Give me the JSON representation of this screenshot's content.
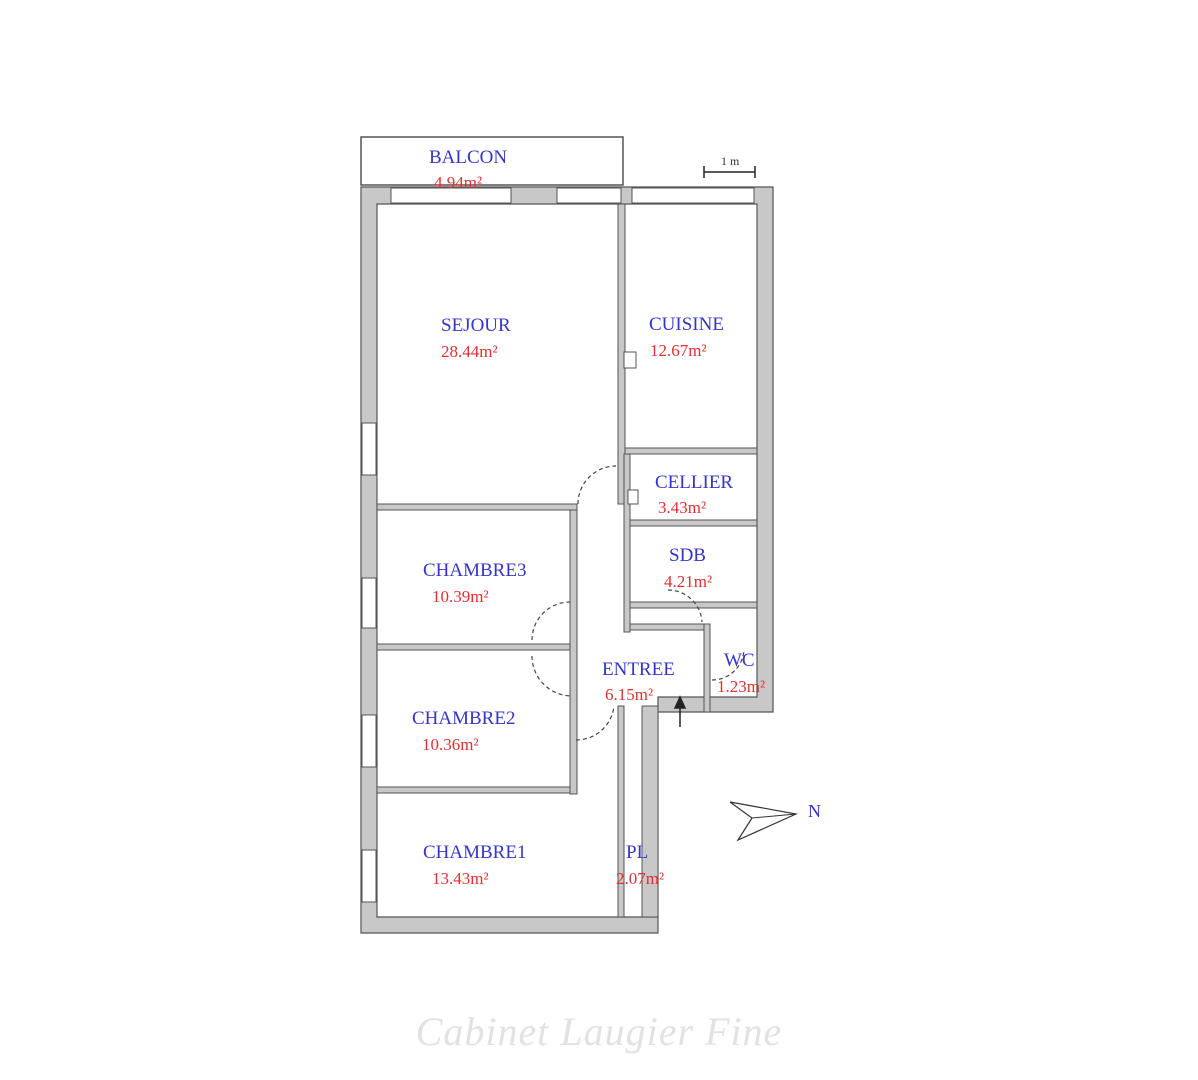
{
  "scale": {
    "label": "1 m"
  },
  "north": {
    "label": "N"
  },
  "rooms": {
    "balcon": {
      "name": "BALCON",
      "area": "4.94m²"
    },
    "sejour": {
      "name": "SEJOUR",
      "area": "28.44m²"
    },
    "cuisine": {
      "name": "CUISINE",
      "area": "12.67m²"
    },
    "cellier": {
      "name": "CELLIER",
      "area": "3.43m²"
    },
    "sdb": {
      "name": "SDB",
      "area": "4.21m²"
    },
    "chambre3": {
      "name": "CHAMBRE3",
      "area": "10.39m²"
    },
    "entree": {
      "name": "ENTREE",
      "area": "6.15m²"
    },
    "wc": {
      "name": "WC",
      "area": "1.23m²"
    },
    "chambre2": {
      "name": "CHAMBRE2",
      "area": "10.36m²"
    },
    "chambre1": {
      "name": "CHAMBRE1",
      "area": "13.43m²"
    },
    "pl": {
      "name": "PL",
      "area": "2.07m²"
    }
  },
  "watermark": "Cabinet Laugier Fine",
  "colors": {
    "wall": "#c8c8c8",
    "outline": "#555555",
    "name": "#3535c8",
    "area": "#e03030"
  }
}
